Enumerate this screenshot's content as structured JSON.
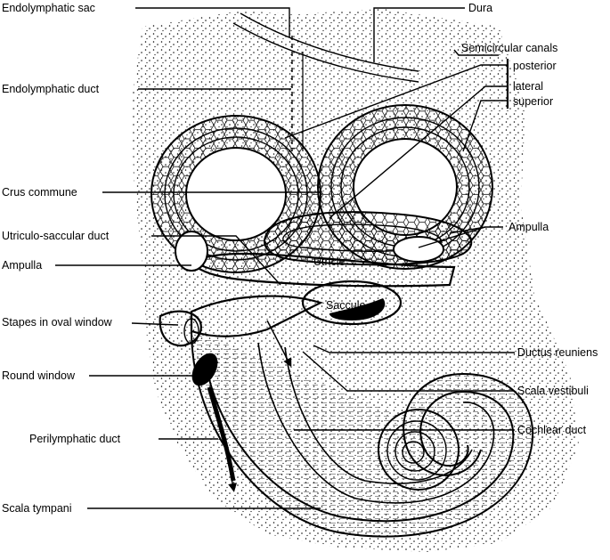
{
  "labels": {
    "endolymphatic_sac": "Endolymphatic sac",
    "dura": "Dura",
    "semicircular_canals": "Semicircular canals",
    "posterior": "posterior",
    "lateral": "lateral",
    "superior": "superior",
    "endolymphatic_duct": "Endolymphatic duct",
    "crus_commune": "Crus commune",
    "utriculo_saccular_duct": "Utriculo-saccular duct",
    "ampulla_left": "Ampulla",
    "ampulla_right": "Ampulla",
    "utricle": "Utricle",
    "saccule": "Saccule",
    "stapes_in_oval_window": "Stapes in oval window",
    "ductus_reuniens": "Ductus reuniens",
    "round_window": "Round window",
    "scala_vestibuli": "Scala vestibuli",
    "perilymphatic_duct": "Perilymphatic duct",
    "cochlear_duct": "Cochlear duct",
    "scala_tympani": "Scala tympani"
  }
}
